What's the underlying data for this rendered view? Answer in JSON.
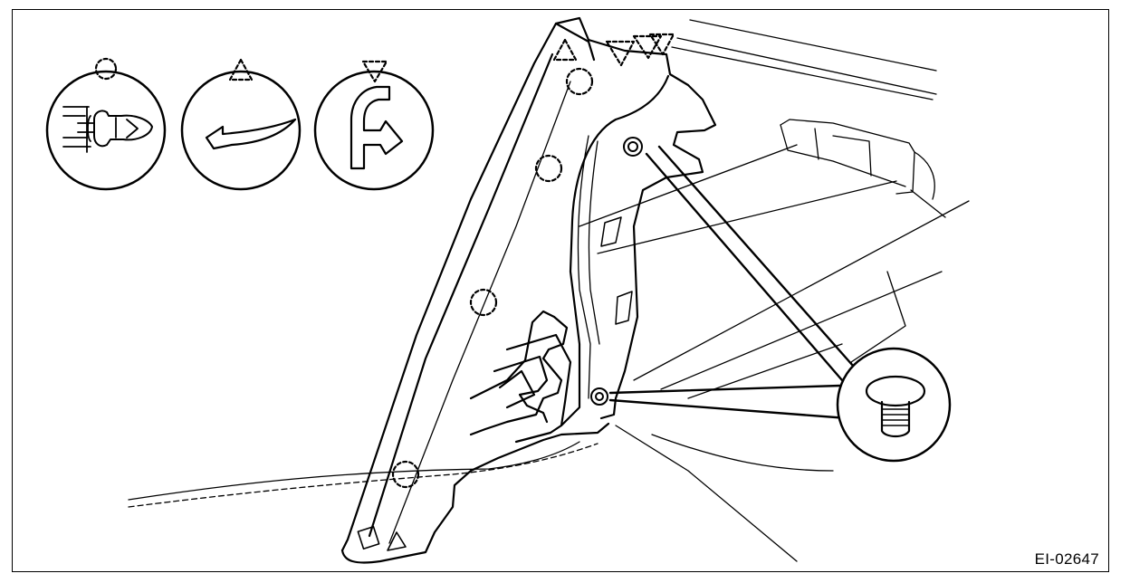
{
  "figure": {
    "code": "EI-02647",
    "line_color": "#000000",
    "background": "#ffffff"
  },
  "legend": [
    {
      "symbol": "dashed-circle",
      "depicts": "clip-icon"
    },
    {
      "symbol": "dashed-triangle-up",
      "depicts": "hook-icon"
    },
    {
      "symbol": "dashed-triangle-down",
      "depicts": "claw-icon"
    }
  ],
  "callout": {
    "depicts": "push-rivet-icon"
  }
}
